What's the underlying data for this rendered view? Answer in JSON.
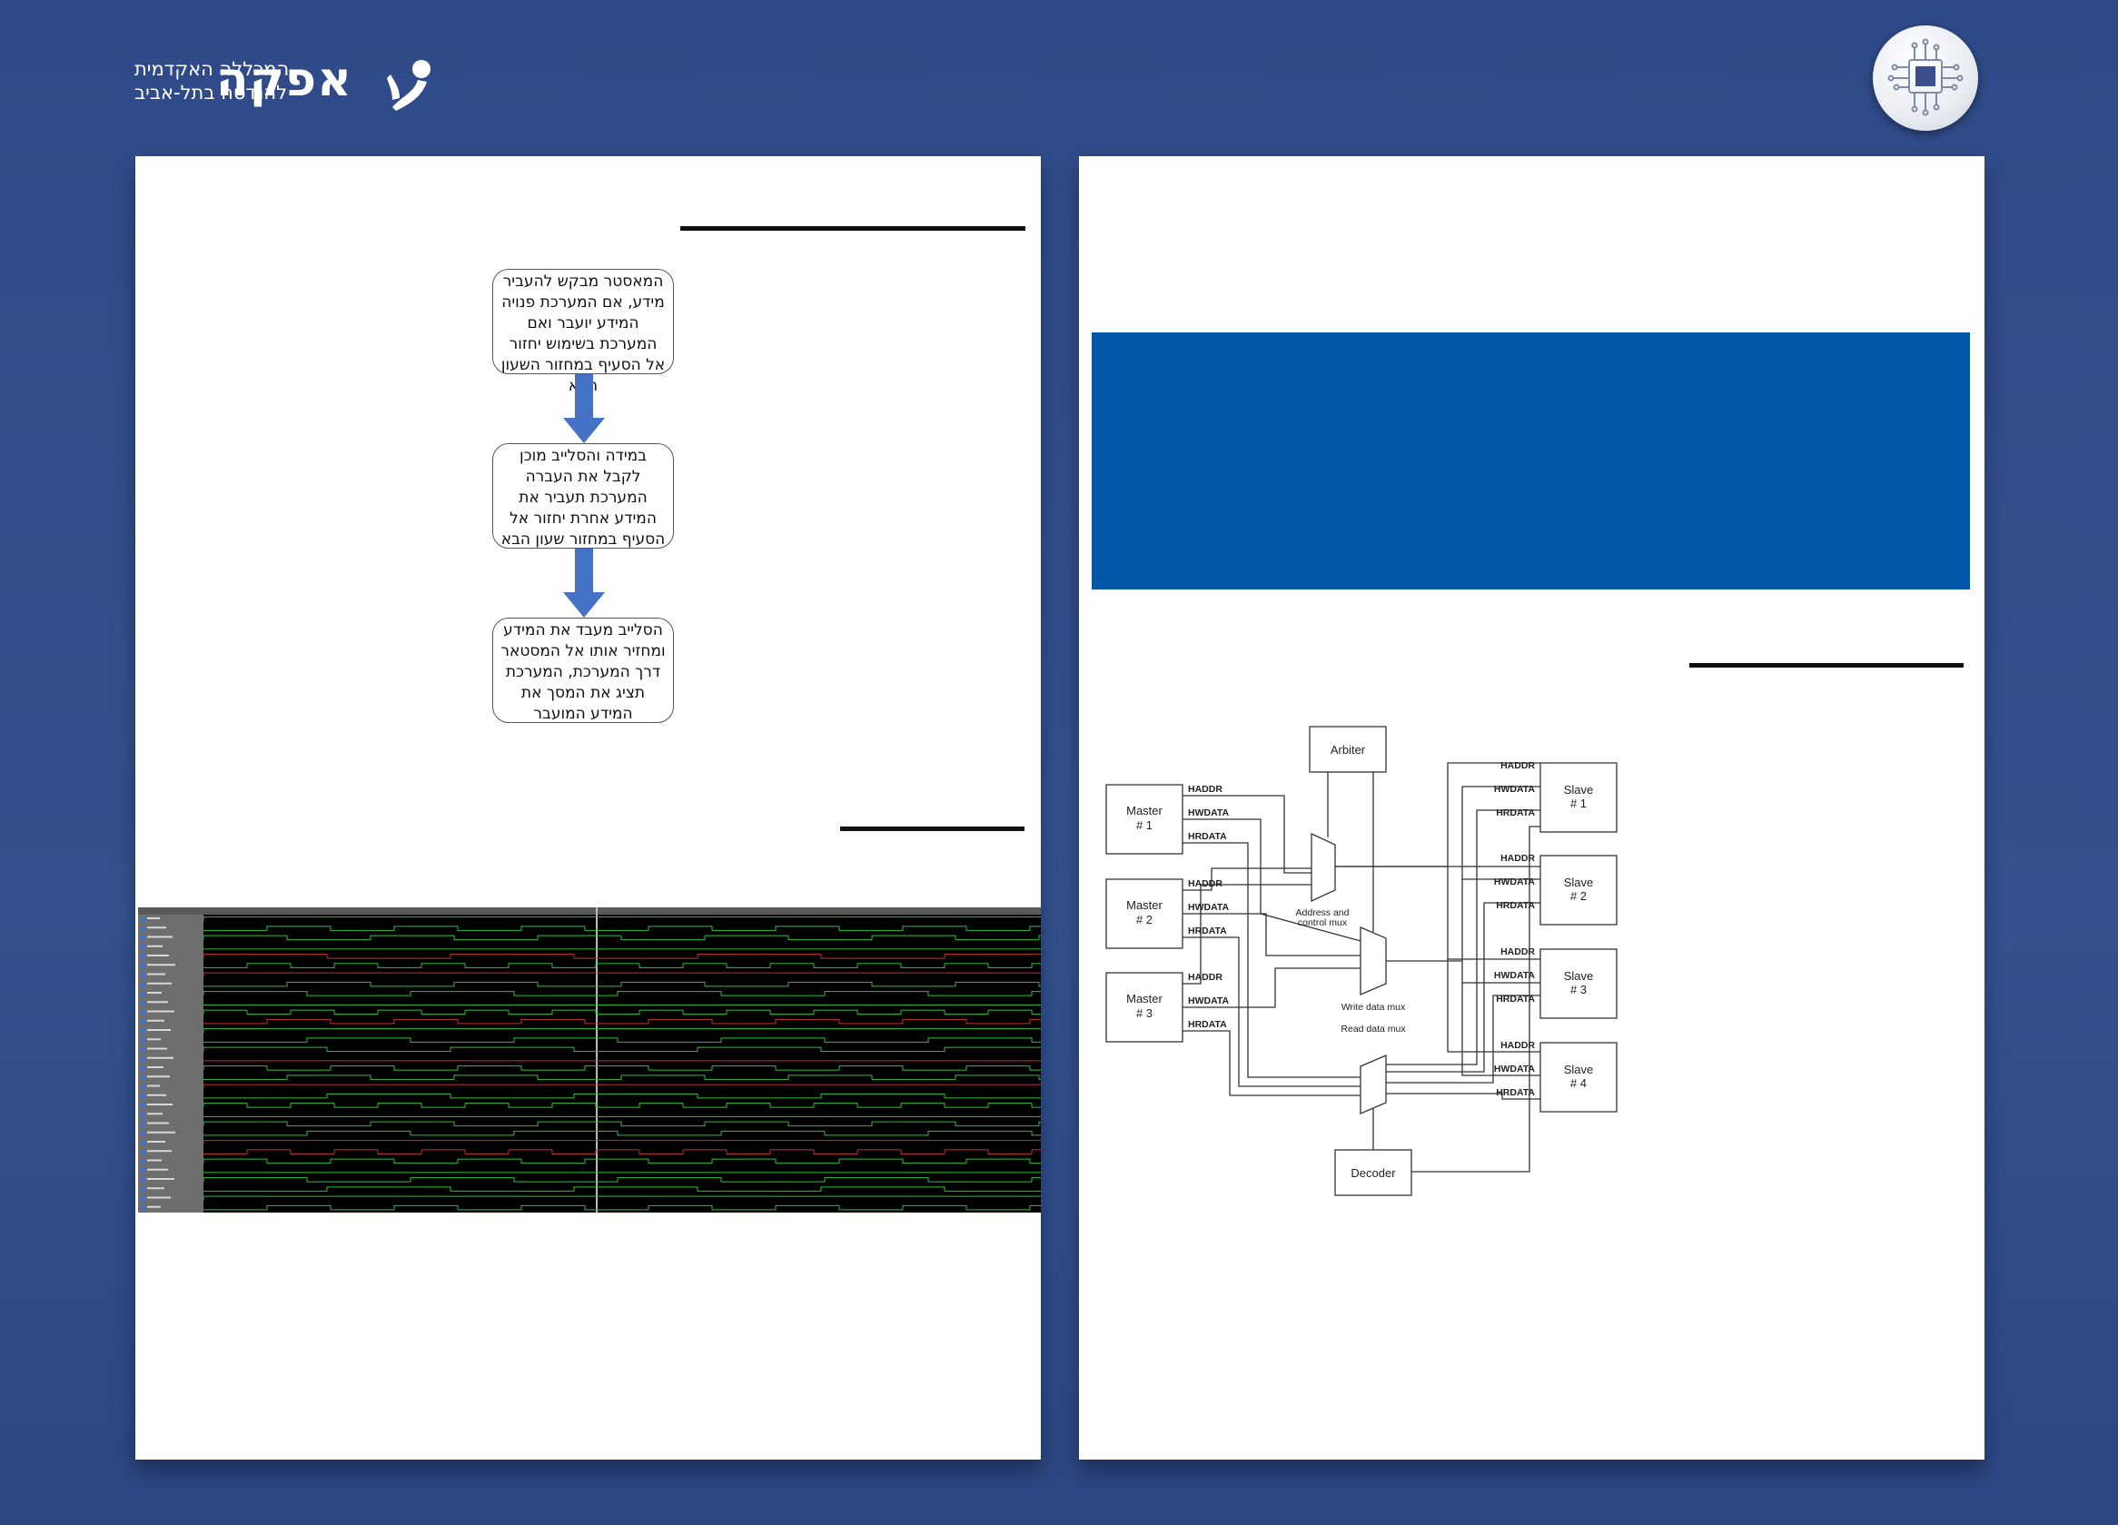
{
  "header": {
    "logo_name": "אפקה",
    "logo_line1": "המכללה האקדמית",
    "logo_line2": "להנדסה בתל-אביב",
    "emblem_icon": "chip-emblem-icon"
  },
  "left_page": {
    "flowchart": [
      "המאסטר מבקש להעביר מידע, אם המערכת פנויה המידע יועבר ואם המערכת בשימוש יחזור אל הסעיף במחזור השעון הבא",
      "במידה והסלייב מוכן לקבל את העברה המערכת תעביר את המידע אחרת יחזור אל הסעיף במחזור שעון הבא",
      "הסלייב מעבד את המידע ומחזיר אותו אל המסטאר דרך המערכת, המערכת תציג את המסך את המידע המועבר"
    ],
    "arrow_color": "#4472c4"
  },
  "right_page": {
    "band_color": "#0457a8",
    "diagram": {
      "arbiter": "Arbiter",
      "decoder": "Decoder",
      "masters": [
        {
          "l1": "Master",
          "l2": "# 1"
        },
        {
          "l1": "Master",
          "l2": "# 2"
        },
        {
          "l1": "Master",
          "l2": "# 3"
        }
      ],
      "slaves": [
        {
          "l1": "Slave",
          "l2": "# 1"
        },
        {
          "l1": "Slave",
          "l2": "# 2"
        },
        {
          "l1": "Slave",
          "l2": "# 3"
        },
        {
          "l1": "Slave",
          "l2": "# 4"
        }
      ],
      "signals": [
        "HADDR",
        "HWDATA",
        "HRDATA"
      ],
      "addr_mux": {
        "l1": "Address and",
        "l2": "control mux"
      },
      "write_mux": "Write data mux",
      "read_mux": "Read data mux"
    }
  }
}
